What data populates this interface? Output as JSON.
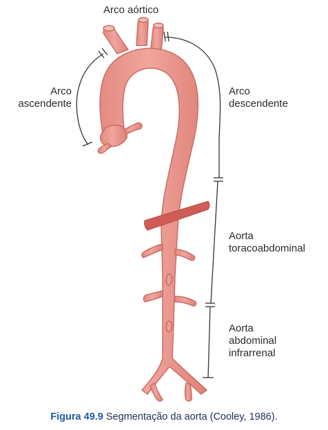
{
  "labels": {
    "aortic_arch": "Arco aórtico",
    "ascending_arch_1": "Arco",
    "ascending_arch_2": "ascendente",
    "descending_arch_1": "Arco",
    "descending_arch_2": "descendente",
    "thoracoabdominal_1": "Aorta",
    "thoracoabdominal_2": "toracoabdominal",
    "infrarenal_1": "Aorta",
    "infrarenal_2": "abdominal",
    "infrarenal_3": "infrarrenal"
  },
  "caption": {
    "figure_number": "Figura 49.9",
    "text": " Segmentação da aorta (Cooley, 1986)."
  },
  "colors": {
    "vessel_fill": "#e9968d",
    "vessel_stroke": "#c86d66",
    "vessel_highlight": "#f4bcb5",
    "diaphragm": "#cf5c57",
    "bracket_line": "#333333",
    "caption_number": "#1f5aa6",
    "caption_text": "#1f2e5a"
  }
}
